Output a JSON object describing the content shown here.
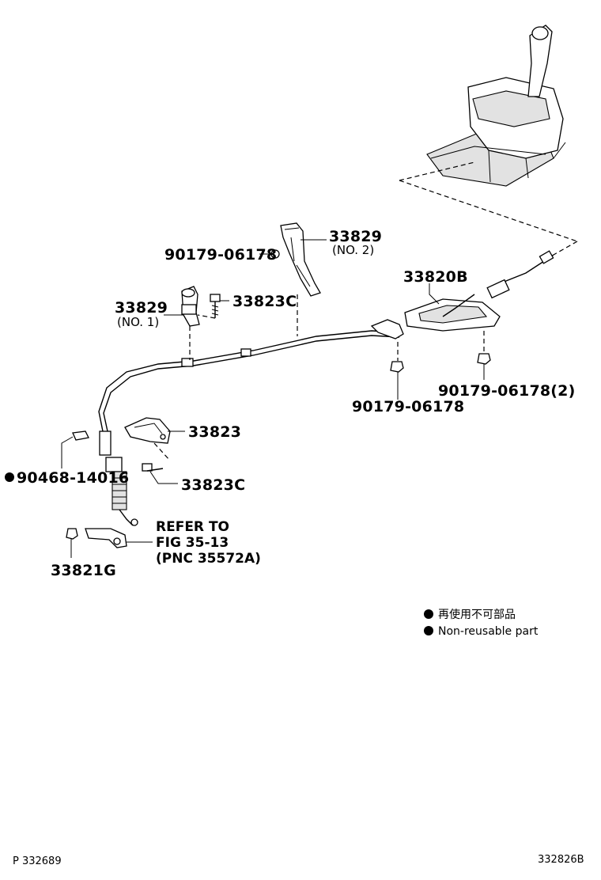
{
  "labels": {
    "p33829_no2": "33829",
    "p33829_no2_sub": "(NO. 2)",
    "p90179_top": "90179-06178",
    "p33829_no1": "33829",
    "p33829_no1_sub": "(NO. 1)",
    "p33823c_top": "33823C",
    "p33820b": "33820B",
    "p90179_mid": "90179-06178",
    "p90179_x2": "90179-06178(2)",
    "p33823": "33823",
    "p90468": "90468-14016",
    "p33823c_bottom": "33823C",
    "refer_line1": "REFER TO",
    "refer_line2": "FIG 35-13",
    "refer_line3": "(PNC 35572A)",
    "p33821g": "33821G"
  },
  "legend": {
    "japanese": "再使用不可部品",
    "english": "Non-reusable part"
  },
  "footer": {
    "left": "P 332689",
    "right": "332826B"
  }
}
